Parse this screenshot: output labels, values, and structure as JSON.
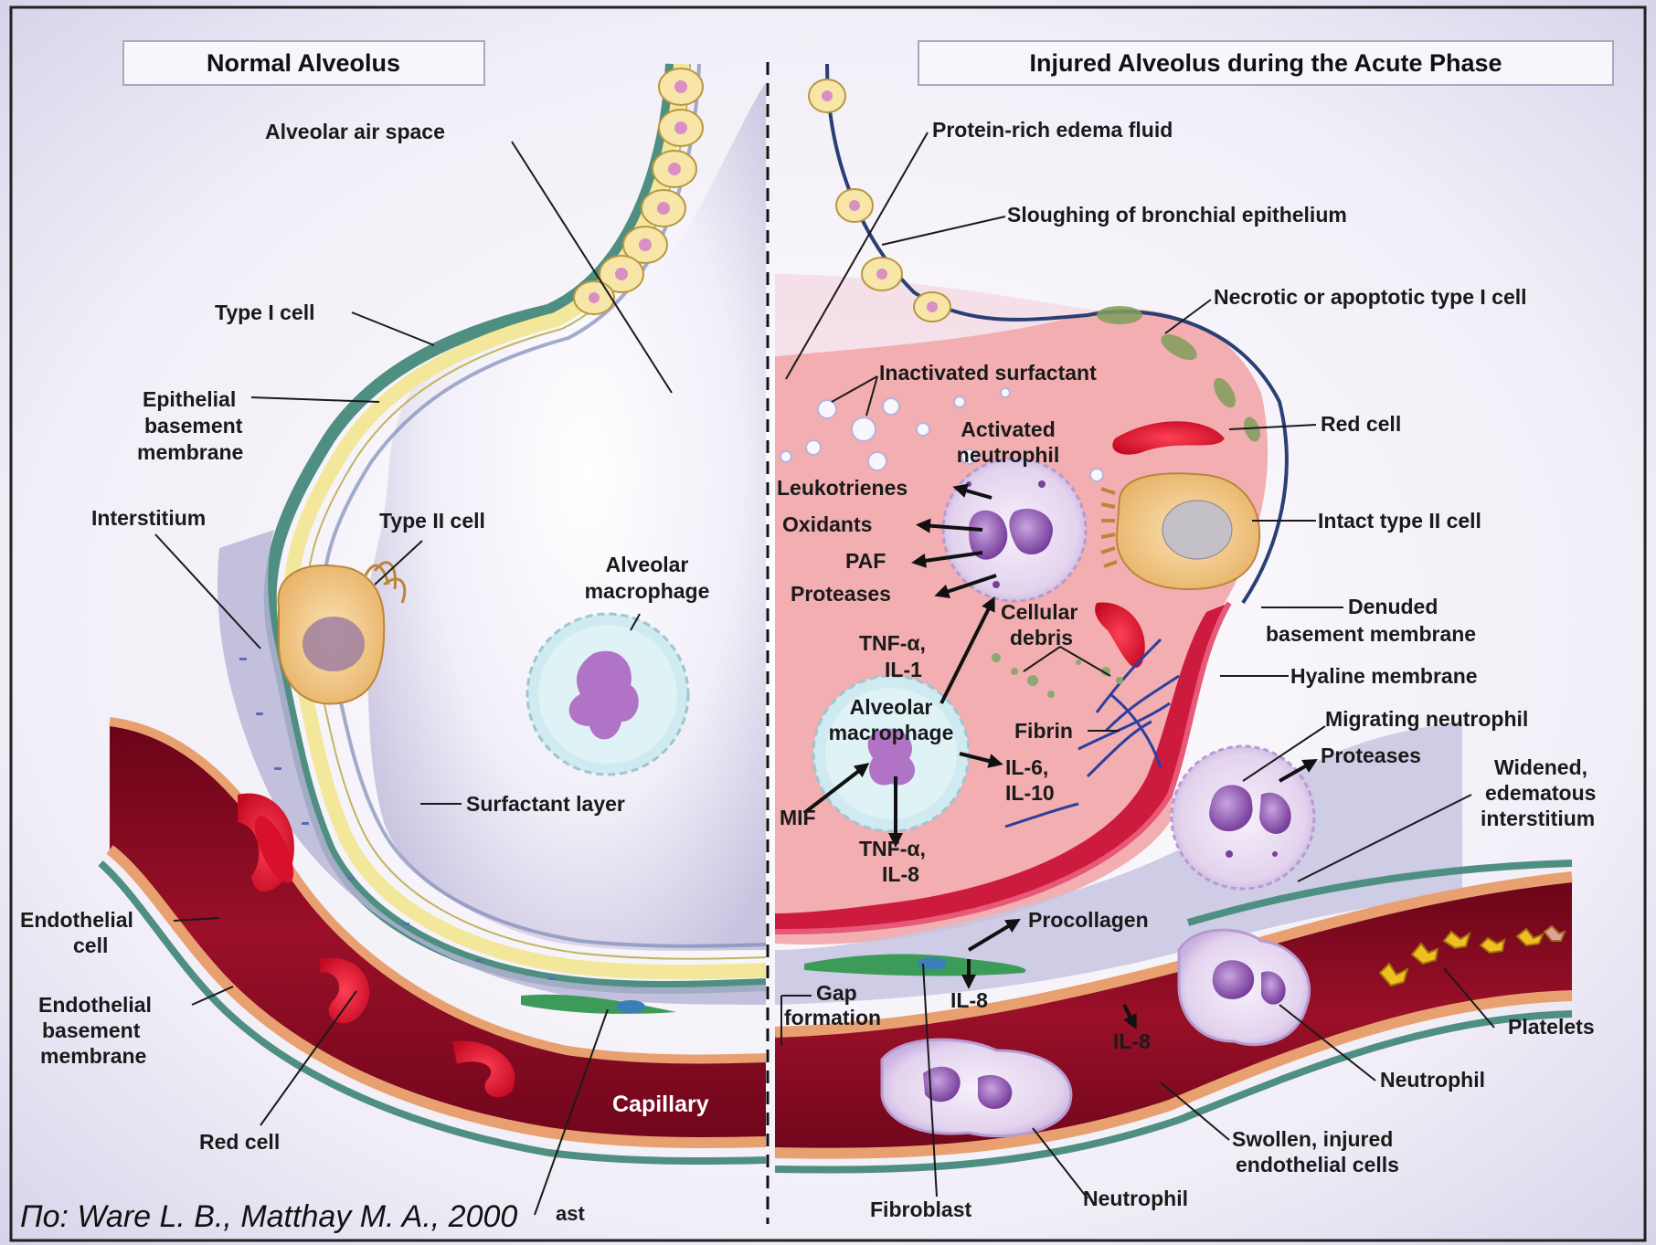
{
  "panels": {
    "left_title": "Normal Alveolus",
    "right_title": "Injured Alveolus during the Acute Phase"
  },
  "left_labels": {
    "alveolar_air_space": "Alveolar air space",
    "type1_cell": "Type I cell",
    "epithelial_bm_1": "Epithelial",
    "epithelial_bm_2": "basement",
    "epithelial_bm_3": "membrane",
    "interstitium": "Interstitium",
    "type2_cell": "Type II cell",
    "alv_macrophage_1": "Alveolar",
    "alv_macrophage_2": "macrophage",
    "surfactant_layer": "Surfactant layer",
    "endothelial_cell_1": "Endothelial",
    "endothelial_cell_2": "cell",
    "endothelial_bm_1": "Endothelial",
    "endothelial_bm_2": "basement",
    "endothelial_bm_3": "membrane",
    "red_cell": "Red cell",
    "capillary": "Capillary",
    "partial_label": "ast"
  },
  "right_labels": {
    "protein_edema": "Protein-rich edema fluid",
    "sloughing": "Sloughing of bronchial epithelium",
    "necrotic": "Necrotic or apoptotic type I cell",
    "inactivated_surfactant": "Inactivated surfactant",
    "red_cell": "Red cell",
    "activated_neutrophil_1": "Activated",
    "activated_neutrophil_2": "neutrophil",
    "leukotrienes": "Leukotrienes",
    "oxidants": "Oxidants",
    "paf": "PAF",
    "proteases": "Proteases",
    "intact_type2": "Intact type II cell",
    "tnf_il1_1": "TNF-α,",
    "tnf_il1_2": "IL-1",
    "cellular_debris_1": "Cellular",
    "cellular_debris_2": "debris",
    "denuded_bm_1": "Denuded",
    "denuded_bm_2": "basement membrane",
    "hyaline_membrane": "Hyaline membrane",
    "alv_macrophage_1": "Alveolar",
    "alv_macrophage_2": "macrophage",
    "fibrin": "Fibrin",
    "migrating_neutrophil": "Migrating neutrophil",
    "il6_il10_1": "IL-6,",
    "il6_il10_2": "IL-10",
    "proteases_2": "Proteases",
    "widened_1": "Widened,",
    "widened_2": "edematous",
    "widened_3": "interstitium",
    "mif": "MIF",
    "tnf_il8_1": "TNF-α,",
    "tnf_il8_2": "IL-8",
    "procollagen": "Procollagen",
    "gap_1": "Gap",
    "gap_2": "formation",
    "il8_a": "IL-8",
    "il8_b": "IL-8",
    "platelets": "Platelets",
    "neutrophil_1": "Neutrophil",
    "swollen_1": "Swollen, injured",
    "swollen_2": "endothelial cells",
    "fibroblast": "Fibroblast",
    "neutrophil_2": "Neutrophil"
  },
  "credit": "По: Ware L. B., Matthay M. A., 2000",
  "colors": {
    "epithelium_yellow": "#f3e79b",
    "epithelium_green": "#4f8f82",
    "capillary_red": "#8e0b22",
    "red_cell": "#d8102c",
    "edema_pink": "#f2aeb0",
    "interstitium_lilac": "#b6b3d6",
    "neutrophil_purple": "#7a3f9c",
    "macrophage_cyan": "#cfeaf0"
  }
}
